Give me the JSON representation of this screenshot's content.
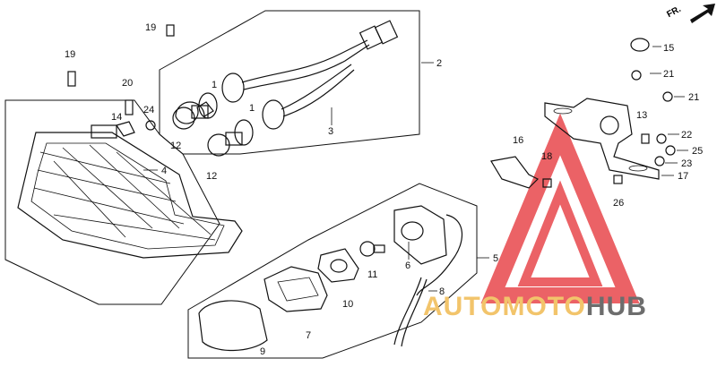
{
  "callouts": {
    "c1a": "1",
    "c1b": "1",
    "c2": "2",
    "c3": "3",
    "c4": "4",
    "c5": "5",
    "c6": "6",
    "c7": "7",
    "c8": "8",
    "c9": "9",
    "c10": "10",
    "c11": "11",
    "c12a": "12",
    "c12b": "12",
    "c13": "13",
    "c14": "14",
    "c15": "15",
    "c16": "16",
    "c17": "17",
    "c18": "18",
    "c19a": "19",
    "c19b": "19",
    "c20": "20",
    "c21a": "21",
    "c21b": "21",
    "c22": "22",
    "c23": "23",
    "c24": "24",
    "c25": "25",
    "c26": "26"
  },
  "direction_marker": "FR.",
  "watermark": {
    "part1": "AUTOMOTO",
    "part2": "HUB",
    "accent_color": "#e8474c",
    "gold_color": "#f2c46b",
    "gray_color": "#6d6d6d"
  }
}
